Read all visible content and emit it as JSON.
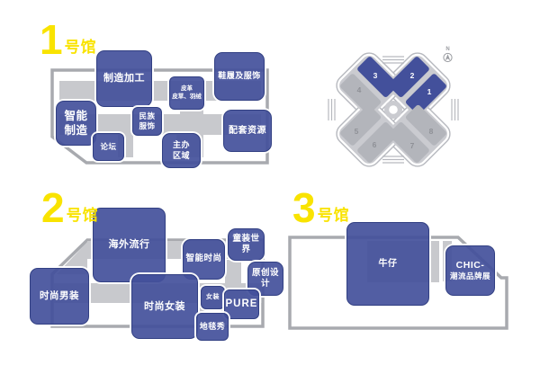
{
  "page": {
    "background": "#FFFFFF"
  },
  "colors": {
    "accent_blue": "#43509B",
    "highlight_yellow": "#F9E300",
    "outline_gray": "#A8AAAF",
    "area_gray": "#C8C9CD",
    "wing_gray": "#CACBD0",
    "hall_gray": "#B3B5BB",
    "num_gray": "#8F9197",
    "label_white": "#FFFFFF"
  },
  "halls": [
    {
      "number": "1",
      "suffix": "号馆",
      "areas": [
        {
          "name": "manufacturing-processing",
          "lines": [
            "制造加工"
          ]
        },
        {
          "name": "leather-fur-down",
          "lines": [
            "皮革",
            "皮草、羽绒"
          ]
        },
        {
          "name": "footwear-apparel",
          "lines": [
            "鞋履及服饰"
          ]
        },
        {
          "name": "smart-manufacturing",
          "lines": [
            "智能",
            "制造"
          ]
        },
        {
          "name": "ethnic-costume",
          "lines": [
            "民族",
            "服饰"
          ]
        },
        {
          "name": "forum",
          "lines": [
            "论坛"
          ]
        },
        {
          "name": "organizer-area",
          "lines": [
            "主办",
            "区域"
          ]
        },
        {
          "name": "supporting-resources",
          "lines": [
            "配套资源"
          ]
        }
      ]
    },
    {
      "number": "2",
      "suffix": "号馆",
      "areas": [
        {
          "name": "overseas-fashion",
          "lines": [
            "海外流行"
          ]
        },
        {
          "name": "smart-fashion",
          "lines": [
            "智能时尚"
          ]
        },
        {
          "name": "kidswear-world",
          "lines": [
            "童装世界"
          ]
        },
        {
          "name": "original-design",
          "lines": [
            "原创设计"
          ]
        },
        {
          "name": "mens-fashion",
          "lines": [
            "时尚男装"
          ]
        },
        {
          "name": "womens-fashion",
          "lines": [
            "时尚女装"
          ]
        },
        {
          "name": "womenswear",
          "lines": [
            "女装"
          ]
        },
        {
          "name": "pure",
          "lines": [
            "PURE"
          ]
        },
        {
          "name": "carpet-show",
          "lines": [
            "地毯秀"
          ]
        }
      ]
    },
    {
      "number": "3",
      "suffix": "号馆",
      "areas": [
        {
          "name": "denim",
          "lines": [
            "牛仔"
          ]
        },
        {
          "name": "chic-trend-brands",
          "lines": [
            "CHIC-",
            "潮流品牌展"
          ]
        }
      ]
    }
  ],
  "overview": {
    "compass_label": "N",
    "halls": [
      {
        "num": "1",
        "highlighted": true
      },
      {
        "num": "2",
        "highlighted": true
      },
      {
        "num": "3",
        "highlighted": true
      },
      {
        "num": "4",
        "highlighted": false
      },
      {
        "num": "5",
        "highlighted": false
      },
      {
        "num": "6",
        "highlighted": false
      },
      {
        "num": "7",
        "highlighted": false
      },
      {
        "num": "8",
        "highlighted": false
      }
    ]
  }
}
